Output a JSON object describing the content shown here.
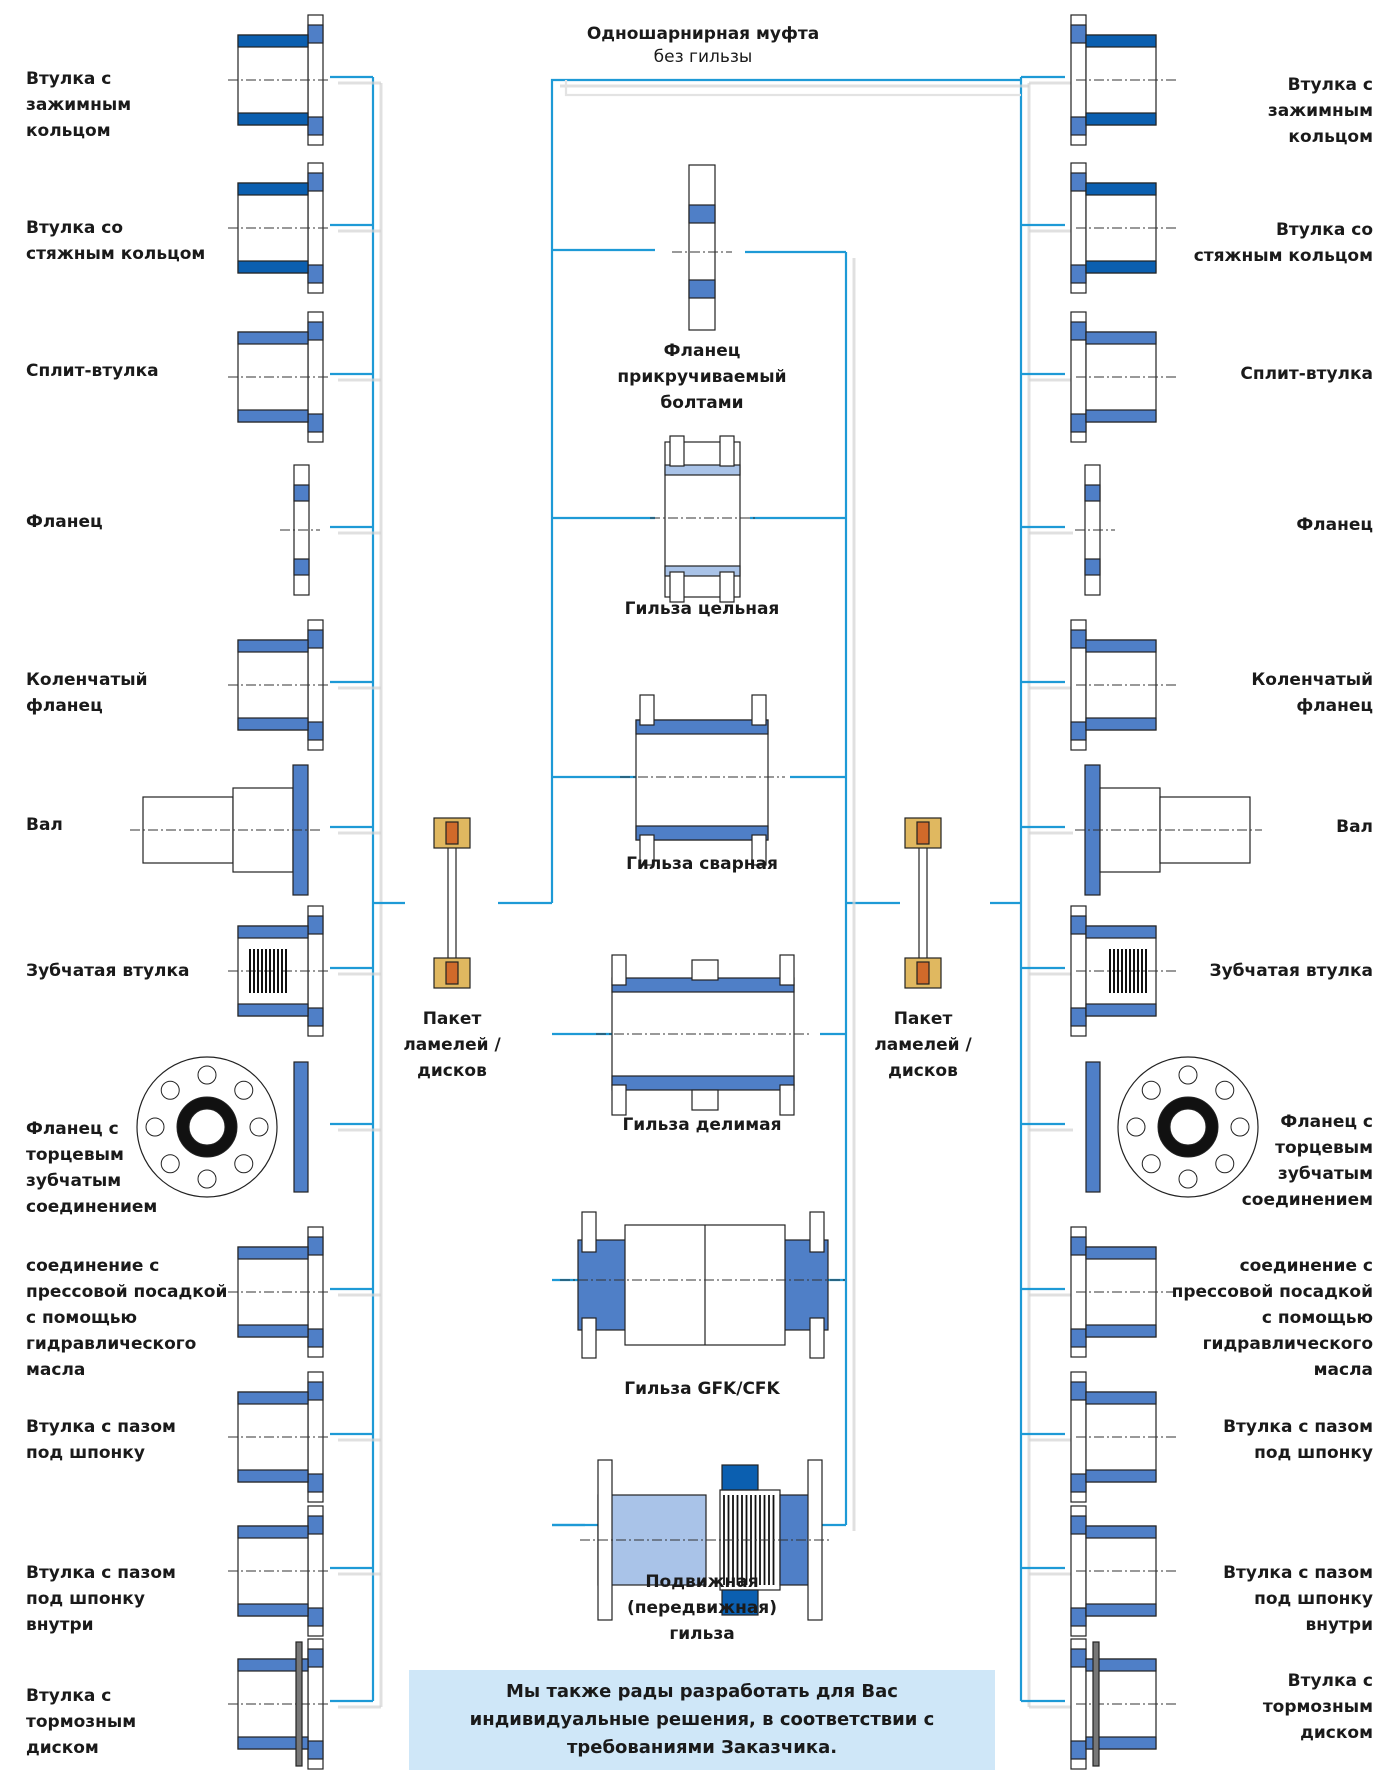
{
  "colors": {
    "line": "#1e9ad6",
    "part": "#4f7fc7",
    "part_light": "#a9c3e8",
    "dark_blue": "#0b5fb0",
    "note_bg": "#cfe7f8",
    "lamella": "#e0b860"
  },
  "top_title": {
    "line1": "Одношарнирная муфта",
    "line2": "без гильзы"
  },
  "left_items": [
    {
      "name": "clamp-ring-hub",
      "label": "Втулка с\nзажимным\nкольцом"
    },
    {
      "name": "shrink-ring-hub",
      "label": "Втулка со\nстяжным кольцом"
    },
    {
      "name": "split-hub",
      "label": "Сплит-втулка"
    },
    {
      "name": "flange",
      "label": "Фланец"
    },
    {
      "name": "cranked-flange",
      "label": "Коленчатый\nфланец"
    },
    {
      "name": "shaft",
      "label": "Вал"
    },
    {
      "name": "toothed-hub",
      "label": "Зубчатая втулка"
    },
    {
      "name": "face-tooth-flange",
      "label": "Фланец с\nторцевым\nзубчатым\nсоединением"
    },
    {
      "name": "hydraulic-press-fit",
      "label": "соединение с\nпрессовой посадкой\nс помощью\nгидравлического\nмасла"
    },
    {
      "name": "keyway-hub",
      "label": "Втулка с пазом\nпод шпонку"
    },
    {
      "name": "keyway-hub-inside",
      "label": "Втулка с пазом\nпод шпонку\nвнутри"
    },
    {
      "name": "brake-disc-hub",
      "label": "Втулка с\nтормозным\nдиском"
    }
  ],
  "right_items": [
    {
      "name": "clamp-ring-hub",
      "label": "Втулка с\nзажимным\nкольцом"
    },
    {
      "name": "shrink-ring-hub",
      "label": "Втулка со\nстяжным кольцом"
    },
    {
      "name": "split-hub",
      "label": "Сплит-втулка"
    },
    {
      "name": "flange",
      "label": "Фланец"
    },
    {
      "name": "cranked-flange",
      "label": "Коленчатый\nфланец"
    },
    {
      "name": "shaft",
      "label": "Вал"
    },
    {
      "name": "toothed-hub",
      "label": "Зубчатая втулка"
    },
    {
      "name": "face-tooth-flange",
      "label": "Фланец с\nторцевым\nзубчатым\nсоединением"
    },
    {
      "name": "hydraulic-press-fit",
      "label": "соединение с\nпрессовой посадкой\nс помощью\nгидравлического\nмасла"
    },
    {
      "name": "keyway-hub",
      "label": "Втулка с пазом\nпод шпонку"
    },
    {
      "name": "keyway-hub-inside",
      "label": "Втулка с пазом\nпод шпонку\nвнутри"
    },
    {
      "name": "brake-disc-hub",
      "label": "Втулка с\nтормозным\nдиском"
    }
  ],
  "lamella_pack": {
    "left_label": "Пакет\nламелей /\nдисков",
    "right_label": "Пакет\nламелей /\nдисков"
  },
  "center_items": [
    {
      "name": "bolted-flange",
      "label": "Фланец\nприкручиваемый\nболтами"
    },
    {
      "name": "solid-sleeve",
      "label": "Гильза цельная"
    },
    {
      "name": "welded-sleeve",
      "label": "Гильза сварная"
    },
    {
      "name": "split-sleeve",
      "label": "Гильза делимая"
    },
    {
      "name": "gfk-cfk-sleeve",
      "label": "Гильза GFK/CFK"
    },
    {
      "name": "sliding-sleeve",
      "label": "Подвижная\n(передвижная)\nгильза"
    }
  ],
  "note": "Мы также рады разработать для Вас индивидуальные решения, в соответствии с требованиями Заказчика."
}
